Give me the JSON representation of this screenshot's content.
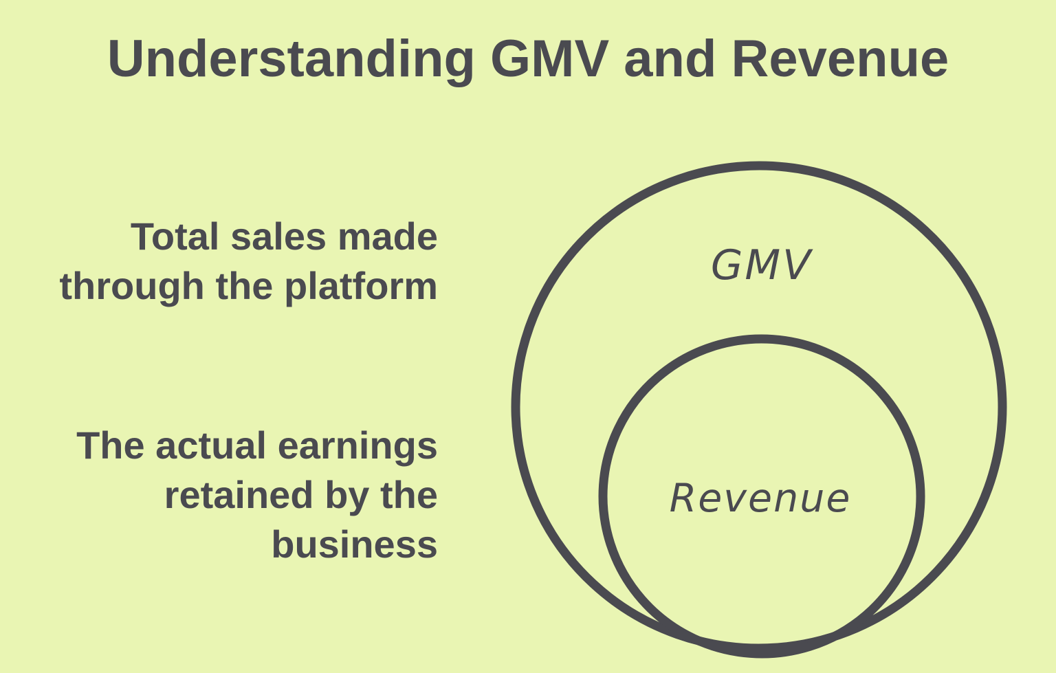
{
  "title": "Understanding GMV and Revenue",
  "descriptions": {
    "gmv": {
      "full_text": "Total sales made through the platform",
      "lines": [
        "Total sales made",
        "through the platform"
      ]
    },
    "revenue": {
      "full_text": "The actual earnings retained by the business",
      "lines": [
        "The actual earnings",
        "retained by the",
        "business"
      ]
    }
  },
  "venn": {
    "type": "nested-circles",
    "outer_label": "GMV",
    "inner_label": "Revenue",
    "relationship": "Revenue is a subset of GMV"
  },
  "colors": {
    "background": "#e9f5b3",
    "ink": "#4a4a50"
  }
}
